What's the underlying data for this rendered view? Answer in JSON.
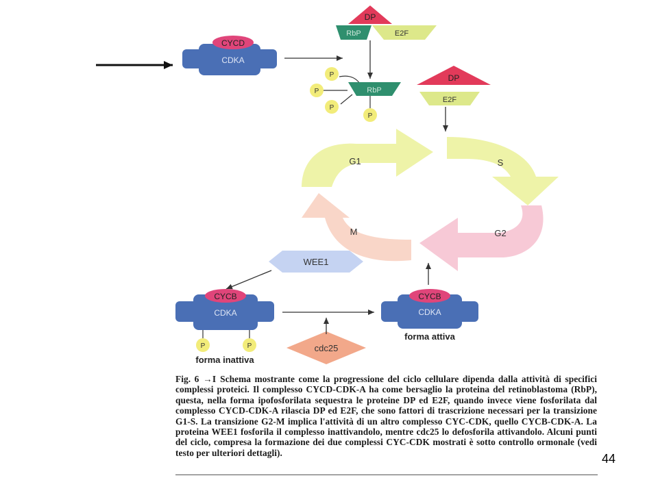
{
  "diagram": {
    "top_complex": {
      "cyclin": "CYCD",
      "kinase": "CDKA"
    },
    "e2f_complex": {
      "dp": "DP",
      "rbp": "RbP",
      "e2f": "E2F"
    },
    "phosphorylated_rbp": {
      "label": "RbP",
      "phosphate": "P"
    },
    "free_factors": {
      "dp": "DP",
      "e2f": "E2F"
    },
    "cycle_phases": {
      "g1": "G1",
      "s": "S",
      "g2": "G2",
      "m": "M"
    },
    "wee1": "WEE1",
    "cdc25": "cdc25",
    "inactive_complex": {
      "cyclin": "CYCB",
      "kinase": "CDKA",
      "phosphate": "P",
      "caption": "forma inattiva"
    },
    "active_complex": {
      "cyclin": "CYCB",
      "kinase": "CDKA",
      "caption": "forma attiva"
    }
  },
  "caption": {
    "fig_label": "Fig. 6",
    "fig_arrow": "→I",
    "text": "Schema mostrante come la progressione del ciclo cellulare dipenda dalla attività di specifici complessi proteici. Il complesso CYCD-CDK-A ha come bersaglio la proteina del retinoblastoma (RbP), questa, nella forma ipofosforilata sequestra le proteine DP ed E2F, quando invece viene fosforilata dal complesso CYCD-CDK-A rilascia DP ed E2F, che sono fattori di trascrizione necessari per la transizione G1-S. La transizione G2-M implica l'attività di un altro complesso CYC-CDK, quello CYCB-CDK-A. La proteina WEE1 fosforila il complesso inattivandolo, mentre cdc25 lo defosforila attivandolo. Alcuni punti del ciclo, compresa la formazione dei due complessi CYC-CDK mostrati è sotto controllo ormonale (vedi testo per ulteriori dettagli)."
  },
  "slide_number": "44",
  "colors": {
    "cdk_blue": "#4a6fb5",
    "cyclin_pink": "#e0457a",
    "dp_red": "#e23a5a",
    "rbp_green": "#2f8f6e",
    "e2f_yellow": "#dde88a",
    "phosphate_yellow": "#f2ec7a",
    "g1_s_yellow": "#eef3a8",
    "g2_pink": "#f7c9d6",
    "m_peach": "#f9d6c8",
    "wee1_blue": "#c5d3f2",
    "cdc25_orange": "#f2a88a"
  }
}
